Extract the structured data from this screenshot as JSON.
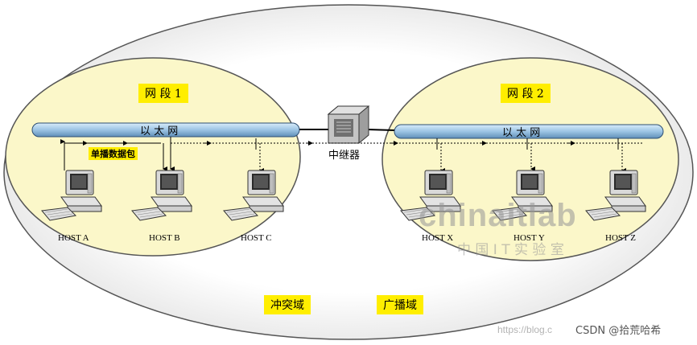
{
  "segment1_label": "网 段 1",
  "segment2_label": "网 段 2",
  "ethernet1_label": "以  太  网",
  "ethernet2_label": "以  太  网",
  "repeater_label": "中继器",
  "unicast_label": "单播数据包",
  "collision_label": "冲突域",
  "broadcast_label": "广播域",
  "hosts": [
    "HOST A",
    "HOST B",
    "HOST C",
    "HOST X",
    "HOST Y",
    "HOST Z"
  ],
  "watermark_logo": "chinaitlab",
  "watermark_cn": "中 国 I T 实 验 室",
  "credit_text": "CSDN @拾荒哈希",
  "credit_url_fragment": "https://blog.c",
  "colors": {
    "outer_ellipse": "#e6e6e6",
    "segment_fill": "#fbf7c9",
    "label_bg": "#ffee00",
    "cable": "#a9cde8"
  }
}
